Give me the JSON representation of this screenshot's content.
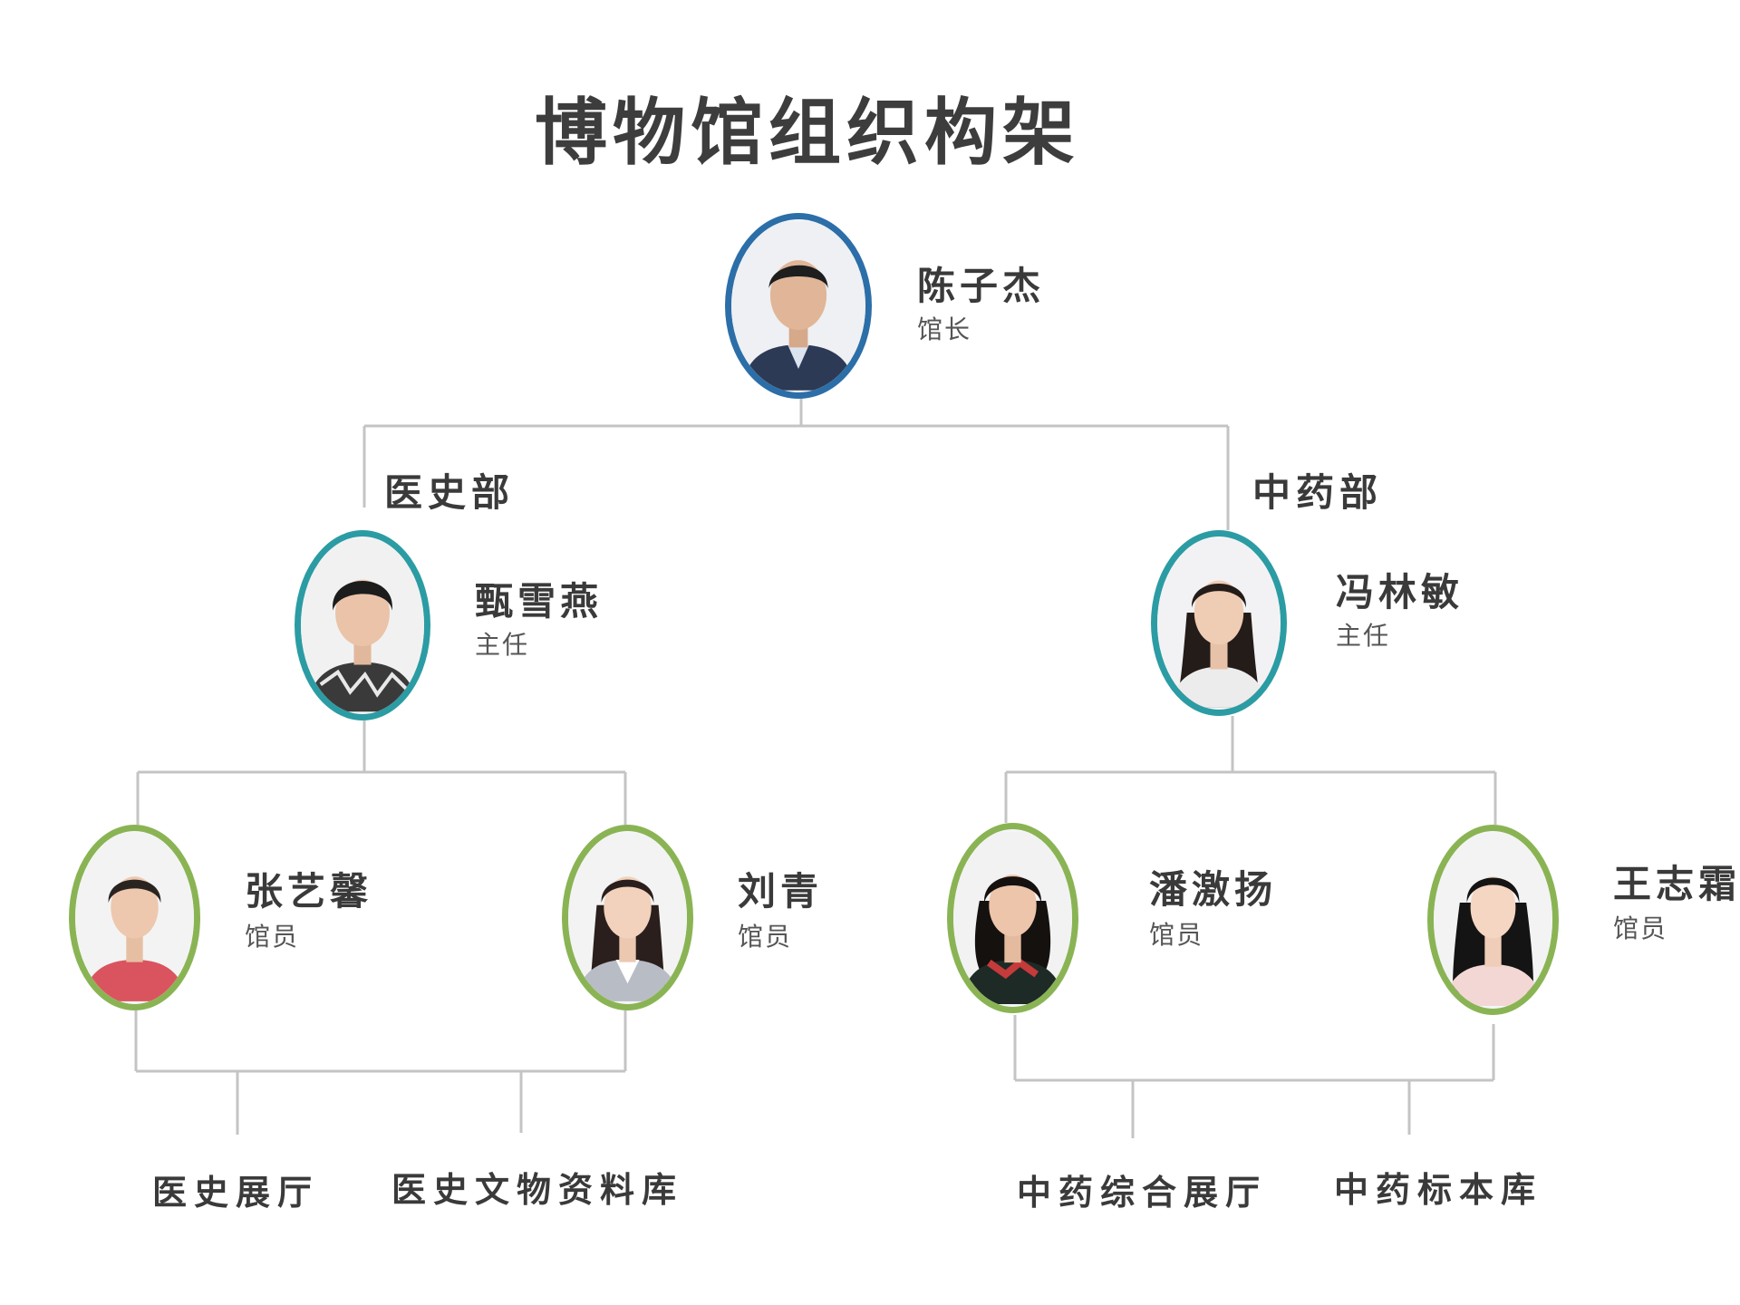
{
  "title": "博物馆组织构架",
  "colors": {
    "ring_director": "#2c6ea8",
    "ring_head": "#2b9ca3",
    "ring_staff": "#8ab454",
    "connector": "#c4c4c4"
  },
  "director": {
    "name": "陈子杰",
    "role": "馆长",
    "icon": "portrait-photo"
  },
  "departments": [
    {
      "name": "医史部",
      "head": {
        "name": "甄雪燕",
        "role": "主任",
        "icon": "portrait-photo"
      },
      "staff": [
        {
          "name": "张艺馨",
          "role": "馆员",
          "icon": "portrait-photo"
        },
        {
          "name": "刘青",
          "role": "馆员",
          "icon": "portrait-photo"
        }
      ],
      "units": [
        "医史展厅",
        "医史文物资料库"
      ]
    },
    {
      "name": "中药部",
      "head": {
        "name": "冯林敏",
        "role": "主任",
        "icon": "portrait-photo"
      },
      "staff": [
        {
          "name": "潘激扬",
          "role": "馆员",
          "icon": "portrait-photo"
        },
        {
          "name": "王志霜",
          "role": "馆员",
          "icon": "portrait-photo"
        }
      ],
      "units": [
        "中药综合展厅",
        "中药标本库"
      ]
    }
  ]
}
